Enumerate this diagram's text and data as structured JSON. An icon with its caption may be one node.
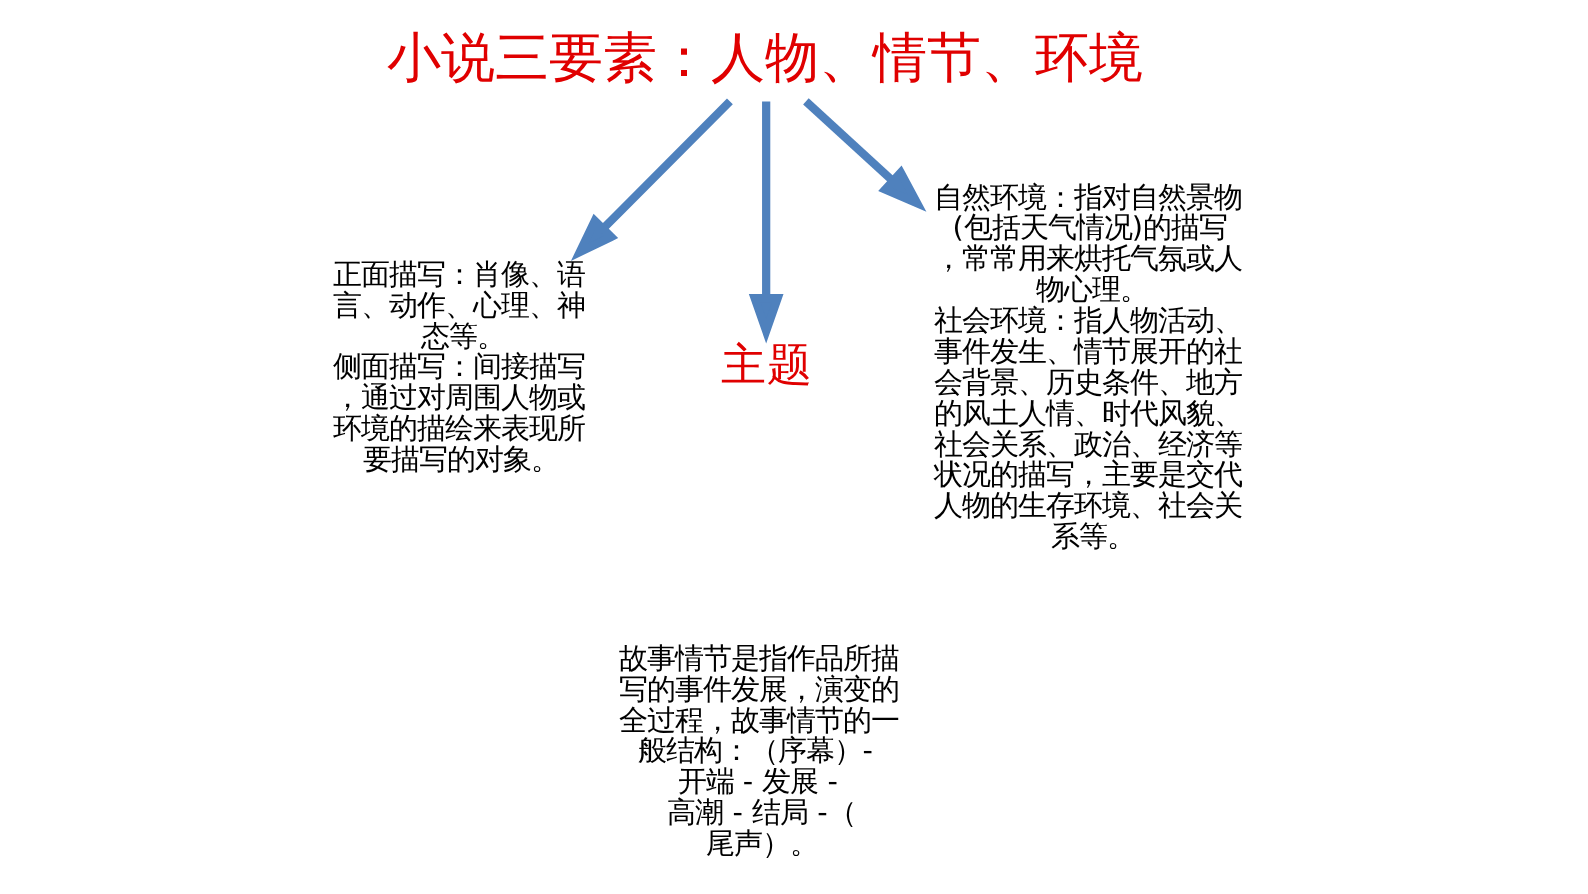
{
  "diagram": {
    "nodes": [
      {
        "text": [
          "小说三要素：人物、情节、环境"
        ]
      },
      {
        "text": [
          "正面描写：肖像、语言、动作、心理、神态等。",
          "侧面描写：间接描写，通过对周围人物或环境的描绘来表现所要描写的对象。"
        ]
      },
      {
        "text": [
          "主题"
        ]
      },
      {
        "text": [
          "故事情节是指作品所描写的事件发展，演变的全过程，故事情节的一般结构：（序幕）- 开端 - 发展 - 高潮 - 结局 -（尾声）。"
        ]
      },
      {
        "text": [
          "自然环境：指对自然景物(包括天气情况)的描写，常常用来烘托气氛或人物心理。",
          "社会环境：指人物活动、事件发生、情节展开的社会背景、历史条件、地方的风土人情、时代风貌、社会关系、政治、经济等状况的描写，主要是交代人物的生存环境、社会关系等。"
        ]
      }
    ],
    "edges": [
      {
        "from": 0,
        "to": 1,
        "arrow": "to"
      },
      {
        "from": 0,
        "to": 2,
        "arrow": "to"
      },
      {
        "from": 0,
        "to": 4,
        "arrow": "to"
      }
    ]
  }
}
